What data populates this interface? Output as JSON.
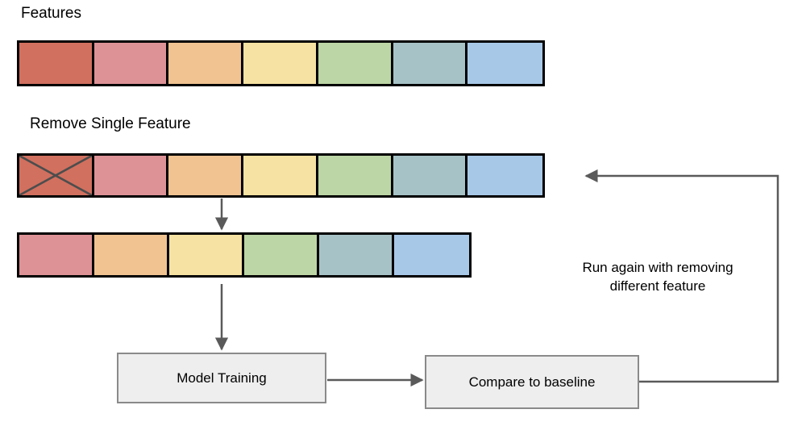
{
  "diagram": {
    "title_features": "Features",
    "title_remove": "Remove Single Feature",
    "loop_note_line1": "Run again with removing",
    "loop_note_line2": "different feature",
    "box_model_training": "Model Training",
    "box_compare_baseline": "Compare to baseline"
  },
  "palette": {
    "feature_1": "#d1705f",
    "feature_2": "#dd9296",
    "feature_3": "#f0c391",
    "feature_4": "#f6e2a2",
    "feature_5": "#bdd6a5",
    "feature_6": "#a7c2c6",
    "feature_7": "#a8c8e8",
    "cell_border": "#000000",
    "cross_stroke": "#4d4d4d",
    "arrow_stroke": "#5a5a5a",
    "box_fill": "#eeeeee",
    "box_border": "#8a8a8a",
    "text": "#000000",
    "background": "#ffffff"
  },
  "bars": {
    "full_features": {
      "name": "full-feature-set",
      "cells": [
        {
          "label": "feature-1",
          "color": "#d1705f",
          "removed": false
        },
        {
          "label": "feature-2",
          "color": "#dd9296",
          "removed": false
        },
        {
          "label": "feature-3",
          "color": "#f0c391",
          "removed": false
        },
        {
          "label": "feature-4",
          "color": "#f6e2a2",
          "removed": false
        },
        {
          "label": "feature-5",
          "color": "#bdd6a5",
          "removed": false
        },
        {
          "label": "feature-6",
          "color": "#a7c2c6",
          "removed": false
        },
        {
          "label": "feature-7",
          "color": "#a8c8e8",
          "removed": false
        }
      ]
    },
    "marked_removal": {
      "name": "feature-set-with-removal-mark",
      "cells": [
        {
          "label": "feature-1",
          "color": "#d1705f",
          "removed": true
        },
        {
          "label": "feature-2",
          "color": "#dd9296",
          "removed": false
        },
        {
          "label": "feature-3",
          "color": "#f0c391",
          "removed": false
        },
        {
          "label": "feature-4",
          "color": "#f6e2a2",
          "removed": false
        },
        {
          "label": "feature-5",
          "color": "#bdd6a5",
          "removed": false
        },
        {
          "label": "feature-6",
          "color": "#a7c2c6",
          "removed": false
        },
        {
          "label": "feature-7",
          "color": "#a8c8e8",
          "removed": false
        }
      ]
    },
    "reduced_features": {
      "name": "reduced-feature-set",
      "cells": [
        {
          "label": "feature-2",
          "color": "#dd9296",
          "removed": false
        },
        {
          "label": "feature-3",
          "color": "#f0c391",
          "removed": false
        },
        {
          "label": "feature-4",
          "color": "#f6e2a2",
          "removed": false
        },
        {
          "label": "feature-5",
          "color": "#bdd6a5",
          "removed": false
        },
        {
          "label": "feature-6",
          "color": "#a7c2c6",
          "removed": false
        },
        {
          "label": "feature-7",
          "color": "#a8c8e8",
          "removed": false
        }
      ]
    }
  }
}
